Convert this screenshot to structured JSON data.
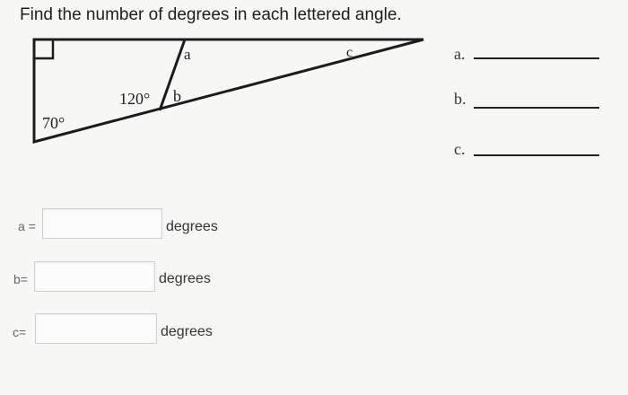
{
  "question": {
    "title": "Find the number of degrees in each lettered angle."
  },
  "figure": {
    "labels": {
      "a": "a",
      "b": "b",
      "c": "c",
      "angle_120": "120°",
      "angle_70": "70°"
    }
  },
  "answer_blanks": [
    {
      "label": "a."
    },
    {
      "label": "b."
    },
    {
      "label": "c."
    }
  ],
  "inputs": [
    {
      "label": "a =",
      "value": "",
      "unit": "degrees"
    },
    {
      "label": "b=",
      "value": "",
      "unit": "degrees"
    },
    {
      "label": "c=",
      "value": "",
      "unit": "degrees"
    }
  ]
}
